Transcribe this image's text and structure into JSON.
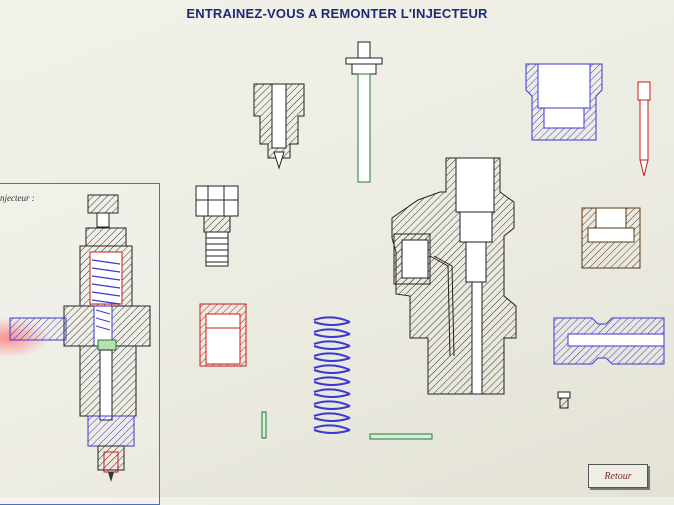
{
  "page": {
    "title": "ENTRAINEZ-VOUS A REMONTER L'INJECTEUR"
  },
  "panel": {
    "label": "njecteur :"
  },
  "buttons": {
    "retour": "Retour"
  },
  "colors": {
    "title": "#1c2a78",
    "black_part": "#222222",
    "blue_part": "#3a3ad0",
    "red_part": "#c81e1e",
    "green_part": "#1e7a3a",
    "brown_part": "#5a3a1a"
  }
}
